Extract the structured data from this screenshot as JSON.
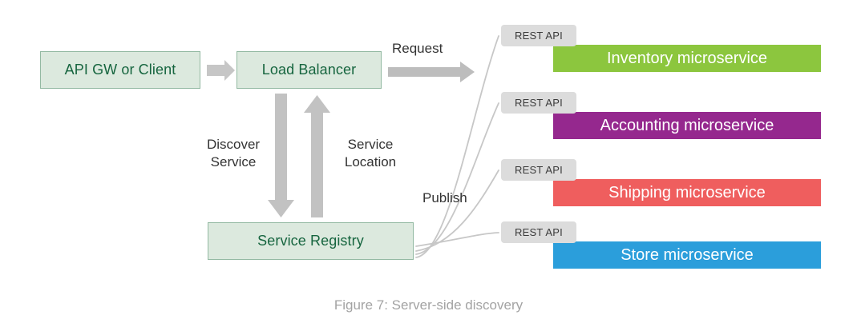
{
  "figure": {
    "caption": "Figure 7: Server-side discovery"
  },
  "nodes": {
    "api_gateway": "API GW or Client",
    "load_balancer": "Load Balancer",
    "service_registry": "Service Registry"
  },
  "flow_labels": {
    "request": "Request",
    "discover_service": "Discover\nService",
    "service_location": "Service\nLocation",
    "publish": "Publish"
  },
  "services": [
    {
      "badge": "REST API",
      "label": "Inventory microservice",
      "color": "#8CC63E"
    },
    {
      "badge": "REST API",
      "label": "Accounting microservice",
      "color": "#95288E"
    },
    {
      "badge": "REST API",
      "label": "Shipping microservice",
      "color": "#EF5E5E"
    },
    {
      "badge": "REST API",
      "label": "Store microservice",
      "color": "#2B9EDB"
    }
  ],
  "colors": {
    "box_fill": "#dce9de",
    "box_border": "#93b9a2",
    "box_text": "#16653f",
    "arrow_gray": "#bfbfbf",
    "badge_gray": "#dcdcdc",
    "curve_gray": "#c4c4c4",
    "caption_gray": "#a3a3a3"
  },
  "icons": {
    "arrow_right_apigw_to_lb": "arrow-right-icon",
    "arrow_right_request": "arrow-right-icon",
    "arrow_down_discover": "arrow-down-icon",
    "arrow_up_location": "arrow-up-icon"
  }
}
